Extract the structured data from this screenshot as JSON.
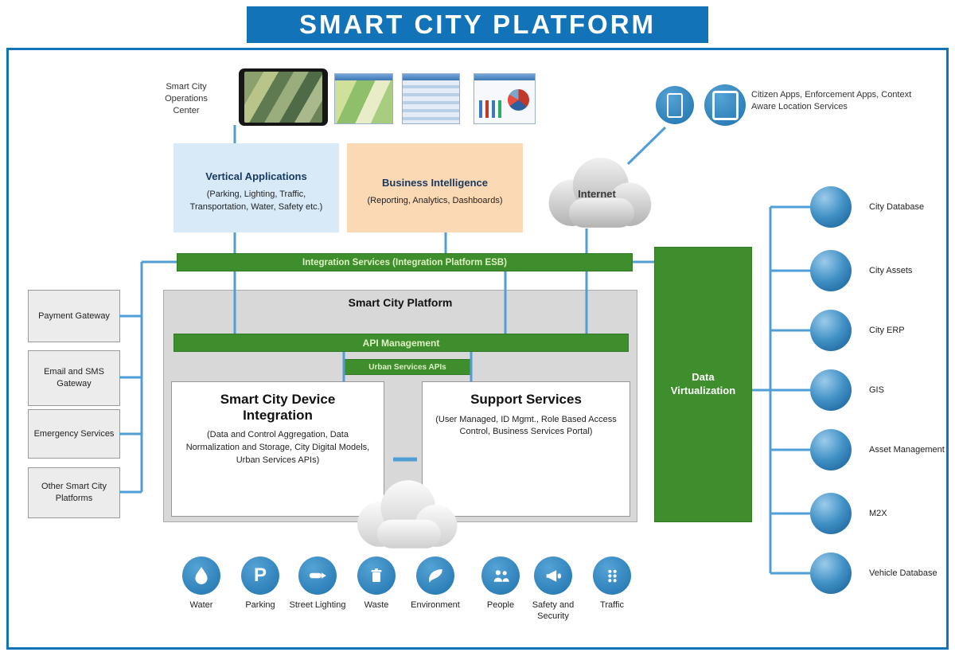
{
  "title": "SMART CITY PLATFORM",
  "operations_center_label": "Smart City Operations Center",
  "citizen_apps_label": "Citizen Apps, Enforcement Apps, Context Aware Location Services",
  "internet_label": "Internet",
  "vertical_applications": {
    "title": "Vertical Applications",
    "body": "(Parking, Lighting, Traffic, Transportation, Water, Safety etc.)"
  },
  "business_intelligence": {
    "title": "Business Intelligence",
    "body": "(Reporting, Analytics, Dashboards)"
  },
  "integration_services_label": "Integration Services (Integration Platform ESB)",
  "platform": {
    "title": "Smart City Platform",
    "api_management_label": "API Management",
    "urban_services_label": "Urban Services APIs",
    "device_integration_title": "Smart City Device Integration",
    "device_integration_body": "(Data and Control Aggregation, Data Normalization and Storage, City Digital Models, Urban Services APIs)",
    "support_services_title": "Support Services",
    "support_services_body": "(User Managed, ID Mgmt., Role Based Access Control, Business Services Portal)"
  },
  "data_virtualization_label": "Data Virtualization",
  "left_gateways": [
    {
      "label": "Payment Gateway"
    },
    {
      "label": "Email and SMS Gateway"
    },
    {
      "label": "Emergency Services"
    },
    {
      "label": "Other Smart City Platforms"
    }
  ],
  "data_sources": [
    {
      "label": "City Database"
    },
    {
      "label": "City Assets"
    },
    {
      "label": "City ERP"
    },
    {
      "label": "GIS"
    },
    {
      "label": "Asset Management"
    },
    {
      "label": "M2X"
    },
    {
      "label": "Vehicle Database"
    }
  ],
  "city_services": [
    {
      "label": "Water",
      "icon": "water-drop-icon"
    },
    {
      "label": "Parking",
      "icon": "parking-icon",
      "glyph": "P"
    },
    {
      "label": "Street Lighting",
      "icon": "street-light-icon"
    },
    {
      "label": "Waste",
      "icon": "waste-bin-icon"
    },
    {
      "label": "Environment",
      "icon": "leaf-icon"
    },
    {
      "label": "People",
      "icon": "people-icon"
    },
    {
      "label": "Safety and Security",
      "icon": "safety-megaphone-icon"
    },
    {
      "label": "Traffic",
      "icon": "traffic-dots-icon"
    }
  ],
  "colors": {
    "primary_blue": "#1273b8",
    "line_blue": "#4f9fd6",
    "green": "#3f8e2d",
    "light_blue_box": "#d8eaf8",
    "peach_box": "#fcd9b5",
    "gray_box": "#d8d8d8",
    "circle_blue": "#2e86c5"
  }
}
